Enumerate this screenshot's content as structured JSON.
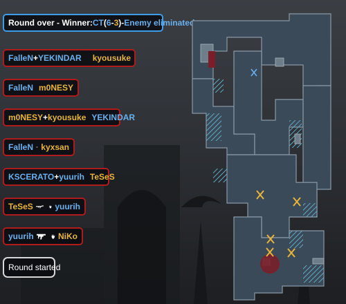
{
  "round_info": {
    "prefix": "Round over - Winner: ",
    "team": "CT",
    "open": " (",
    "score_ct": "6",
    "dash": " - ",
    "score_t": "3",
    "close": ")",
    "sep": " - ",
    "reason": "Enemy eliminated"
  },
  "kill_feed": [
    {
      "attacker": "FalleN",
      "plus": " + ",
      "assister": "YEKINDAR",
      "weapon": "rifle-icon",
      "extra": "hand-icon",
      "victim": "kyousuke"
    },
    {
      "attacker": "FalleN",
      "weapon": "rifle-icon",
      "victim": "m0NESY"
    },
    {
      "attacker": "m0NESY",
      "plus": " + ",
      "assister": "kyousuke",
      "weapon": "knife-claw-icon",
      "victim": "YEKINDAR"
    },
    {
      "attacker": "FalleN",
      "weapon": "rifle-icon",
      "victim": "kyxsan"
    },
    {
      "attacker": "KSCERATO",
      "plus": " + ",
      "assister": "yuurih",
      "weapon": "pistol-icon",
      "victim": "TeSeS"
    },
    {
      "attacker": "TeSeS",
      "weapon": "rifle-icon",
      "extra": "hand-icon",
      "victim": "yuurih"
    },
    {
      "attacker": "yuurih",
      "weapon": "smg-icon",
      "extra": "hand-icon",
      "victim": "NiKo"
    }
  ],
  "round_started": "Round started",
  "colors": {
    "ct": "#6ab0ee",
    "t": "#e8b53a",
    "kill_border": "#b01c1c",
    "info_border": "#3c9ee6",
    "map_path": "#8a99a6"
  }
}
